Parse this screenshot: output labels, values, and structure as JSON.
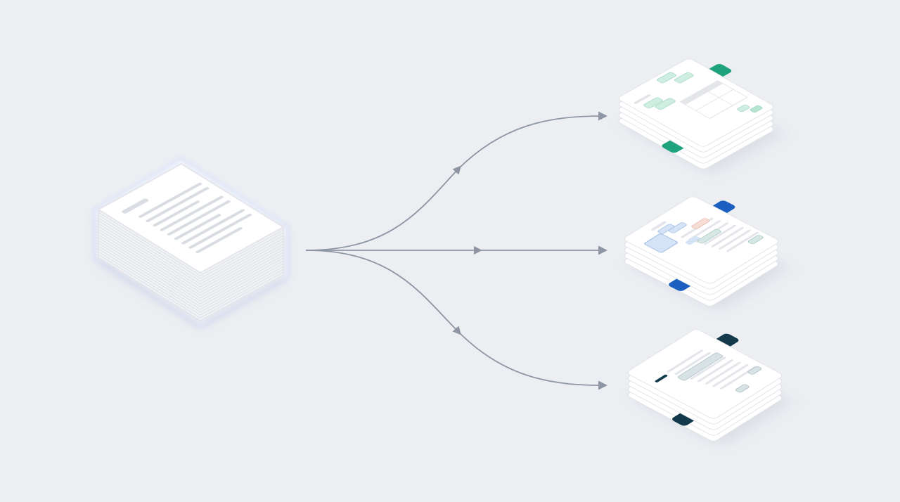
{
  "colors": {
    "background": "#eceef2",
    "arrow": "#8e95a3",
    "card": "#ffffff",
    "card_edge": "#dfe2e8",
    "text_line": "#e3e5ea",
    "source_glow": "#dfe6f7",
    "green": "#1fa37c",
    "green_pill": "#cfeee2",
    "blue": "#1b5fc1",
    "blue_pill": "#d5e3f6",
    "red_pill": "#f6ddd6",
    "navy": "#123a4a",
    "slate_pill": "#d7e2e4"
  },
  "outputs": [
    {
      "accent": "green",
      "layers": 5
    },
    {
      "accent": "blue",
      "layers": 5
    },
    {
      "accent": "navy",
      "layers": 5
    }
  ]
}
